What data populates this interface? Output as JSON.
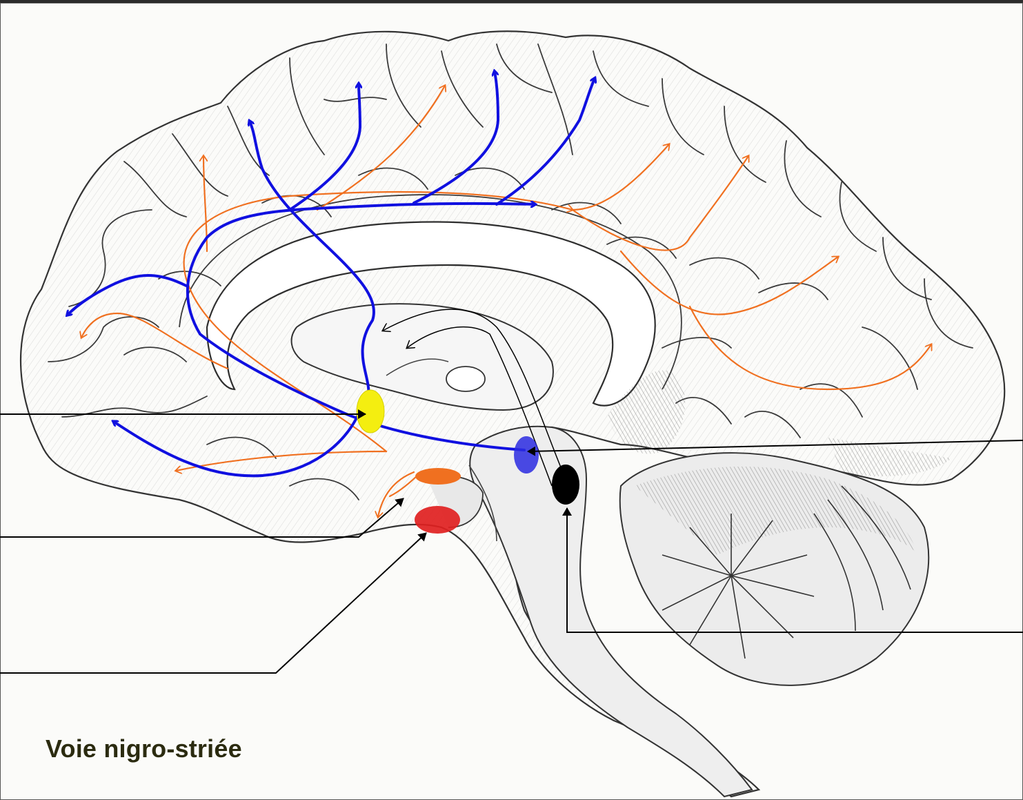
{
  "caption": "Voie nigro-striée",
  "colors": {
    "mesocortical_pathway": "#f07020",
    "mesolimbic_pathway": "#1010e0",
    "nucleus_accumbens": "#f4ee10",
    "hypothalamus_nucleus": "#f07020",
    "pituitary_nucleus": "#e02020",
    "ventral_tegmental_area": "#2a2ae0",
    "substantia_nigra": "#000000",
    "leader_lines": "#000000"
  },
  "structures": [
    {
      "id": "nucleus-accumbens",
      "color_key": "nucleus_accumbens"
    },
    {
      "id": "ventral-tegmental-area",
      "color_key": "ventral_tegmental_area"
    },
    {
      "id": "hypothalamus",
      "color_key": "hypothalamus_nucleus"
    },
    {
      "id": "pituitary",
      "color_key": "pituitary_nucleus"
    },
    {
      "id": "substantia-nigra",
      "color_key": "substantia_nigra"
    }
  ],
  "label_slots": [
    {
      "id": "label-slot-left-top"
    },
    {
      "id": "label-slot-left-middle"
    },
    {
      "id": "label-slot-left-bottom"
    },
    {
      "id": "label-slot-right-top"
    },
    {
      "id": "label-slot-right-bottom"
    }
  ]
}
